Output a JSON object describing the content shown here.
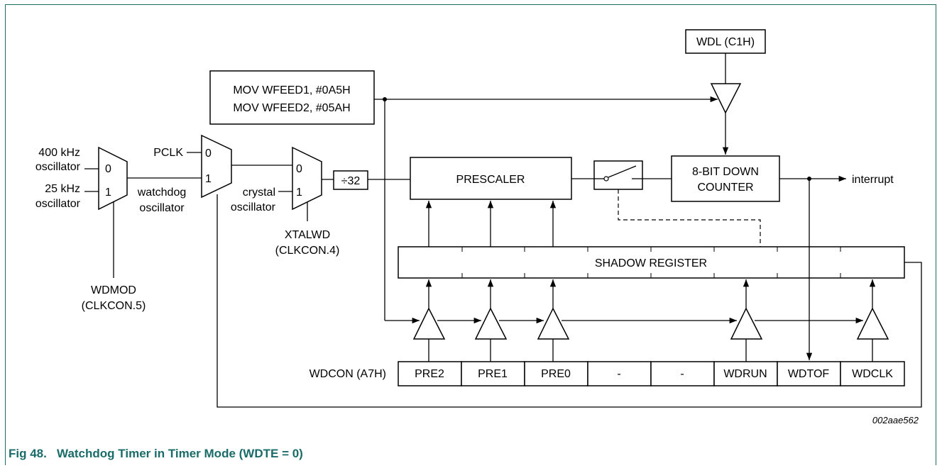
{
  "figure": {
    "caption_number": "Fig 48.",
    "caption_title": "Watchdog Timer in Timer Mode (WDTE = 0)",
    "reference": "002aae562"
  },
  "blocks": {
    "wdl": "WDL (C1H)",
    "feed_line1": "MOV WFEED1, #0A5H",
    "feed_line2": "MOV WFEED2, #05AH",
    "div32": "÷32",
    "prescaler": "PRESCALER",
    "counter_line1": "8-BIT DOWN",
    "counter_line2": "COUNTER",
    "shadow": "SHADOW REGISTER"
  },
  "labels": {
    "osc400_1": "400 kHz",
    "osc400_2": "oscillator",
    "osc25_1": "25 kHz",
    "osc25_2": "oscillator",
    "mux_in0": "0",
    "mux_in1": "1",
    "pclk": "PCLK",
    "wd_osc_1": "watchdog",
    "wd_osc_2": "oscillator",
    "crystal_1": "crystal",
    "crystal_2": "oscillator",
    "xtalwd_1": "XTALWD",
    "xtalwd_2": "(CLKCON.4)",
    "wdmod_1": "WDMOD",
    "wdmod_2": "(CLKCON.5)",
    "interrupt": "interrupt",
    "wdcon": "WDCON (A7H)"
  },
  "wdcon_bits": [
    "PRE2",
    "PRE1",
    "PRE0",
    "-",
    "-",
    "WDRUN",
    "WDTOF",
    "WDCLK"
  ]
}
